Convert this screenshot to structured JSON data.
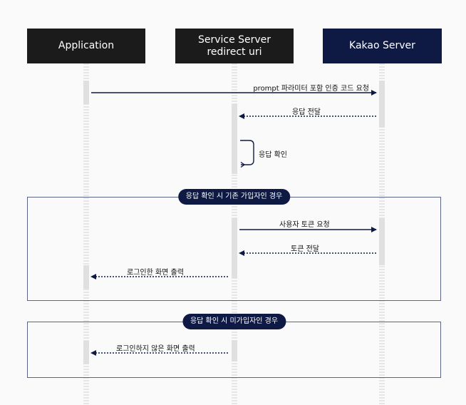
{
  "actors": {
    "application": "Application",
    "service_line1": "Service Server",
    "service_line2": "redirect uri",
    "kakao": "Kakao Server"
  },
  "messages": {
    "request_code": "prompt 파라미터 포함 인증 코드 요청",
    "deliver_response": "응답 전달",
    "check_response": "응답 확인",
    "request_token": "사용자 토큰 요청",
    "deliver_token": "토큰 전달",
    "show_login_screen": "로그인한 화면 출력",
    "show_not_logged_in_screen": "로그인하지 않은 화면 출력"
  },
  "frames": {
    "existing_user": "응답 확인 시 기존 가입자인 경우",
    "not_registered": "응답 확인 시 미가입자인 경우"
  },
  "colors": {
    "actor_dark": "#1b1b1b",
    "actor_kakao": "#0f1a44",
    "arrow": "#0f1a44",
    "frame_border": "#5a6488"
  }
}
